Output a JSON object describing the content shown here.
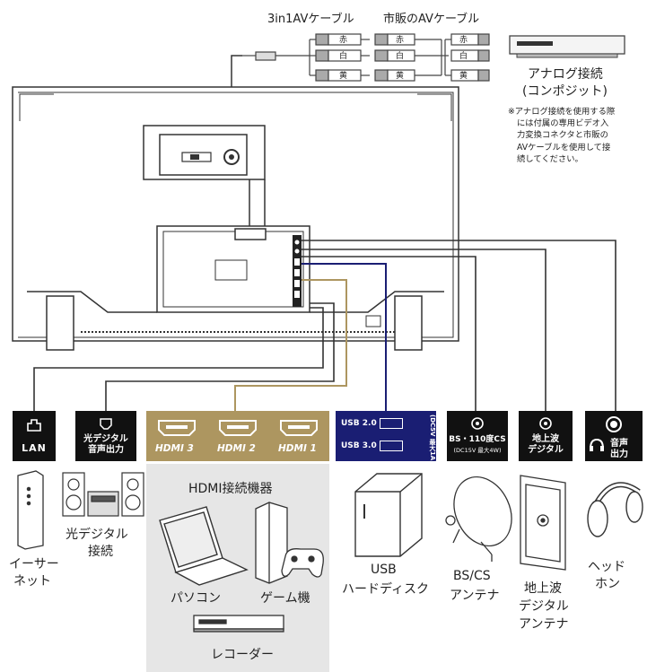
{
  "cables": {
    "cable_3in1": "3in1AVケーブル",
    "cable_av": "市販のAVケーブル",
    "plug_red": "赤",
    "plug_white": "白",
    "plug_yellow": "黄"
  },
  "analog": {
    "title_line1": "アナログ接続",
    "title_line2": "(コンポジット)",
    "note": [
      "※アナログ接続を使用する際",
      "には付属の専用ビデオ入",
      "力変換コネクタと市販の",
      "AVケーブルを使用して接",
      "続してください。"
    ]
  },
  "ports": {
    "lan": "LAN",
    "optical_line1": "光デジタル",
    "optical_line2": "音声出力",
    "hdmi3": "HDMI 3",
    "hdmi2": "HDMI 2",
    "hdmi1": "HDMI 1",
    "usb20": "USB 2.0",
    "usb30": "USB 3.0",
    "usb_note": "(DC5V 最大1A) 録画専用",
    "bs_line1": "BS・110度CS",
    "bs_line2": "(DC15V 最大4W)",
    "terrestrial_line1": "地上波",
    "terrestrial_line2": "デジタル",
    "audio_line1": "音声",
    "audio_line2": "出力"
  },
  "devices": {
    "ethernet_line1": "イーサー",
    "ethernet_line2": "ネット",
    "optical_line1": "光デジタル",
    "optical_line2": "接続",
    "hdmi_group": "HDMI接続機器",
    "pc": "パソコン",
    "game": "ゲーム機",
    "recorder": "レコーダー",
    "usb_line1": "USB",
    "usb_line2": "ハードディスク",
    "bscs_line1": "BS/CS",
    "bscs_line2": "アンテナ",
    "terr_line1": "地上波",
    "terr_line2": "デジタル",
    "terr_line3": "アンテナ",
    "headphone_line1": "ヘッド",
    "headphone_line2": "ホン"
  },
  "colors": {
    "hdmi": "#ad9660",
    "usb": "#1a1e73",
    "port_black": "#111111",
    "device_panel": "#e6e6e6"
  }
}
